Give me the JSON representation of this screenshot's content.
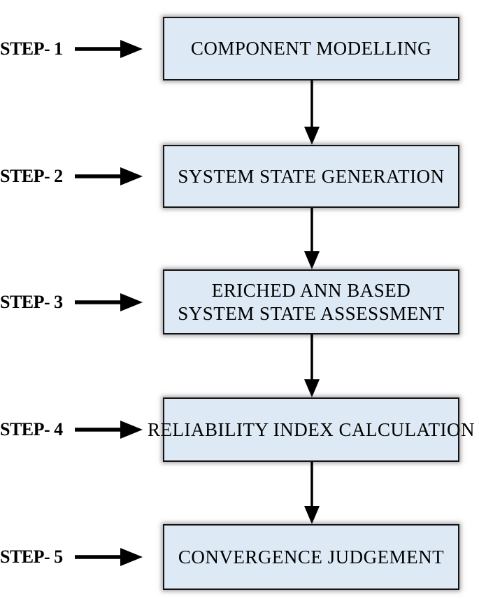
{
  "diagram": {
    "type": "flowchart",
    "direction": "top-to-bottom",
    "steps": [
      {
        "label": "STEP- 1",
        "line1": "COMPONENT MODELLING",
        "line2": ""
      },
      {
        "label": "STEP- 2",
        "line1": "SYSTEM STATE GENERATION",
        "line2": ""
      },
      {
        "label": "STEP- 3",
        "line1": "ERICHED ANN BASED",
        "line2": "SYSTEM STATE ASSESSMENT"
      },
      {
        "label": "STEP- 4",
        "line1": "RELIABILITY INDEX CALCULATION",
        "line2": ""
      },
      {
        "label": "STEP- 5",
        "line1": "CONVERGENCE JUDGEMENT",
        "line2": ""
      }
    ],
    "connectors": [
      {
        "from": "COMPONENT MODELLING",
        "to": "SYSTEM STATE GENERATION"
      },
      {
        "from": "SYSTEM STATE GENERATION",
        "to": "ERICHED ANN BASED SYSTEM STATE ASSESSMENT"
      },
      {
        "from": "ERICHED ANN BASED SYSTEM STATE ASSESSMENT",
        "to": "RELIABILITY INDEX CALCULATION"
      },
      {
        "from": "RELIABILITY INDEX CALCULATION",
        "to": "CONVERGENCE JUDGEMENT"
      }
    ],
    "colors": {
      "background": "#ffffff",
      "box_fill": "#dde9f4",
      "box_border": "#141414",
      "box_shadow": "rgba(85,85,85,0.55)",
      "arrow": "#000000",
      "text": "#000000"
    },
    "icons": {
      "horizontal": "arrow-right-icon",
      "vertical": "arrow-down-icon"
    }
  }
}
